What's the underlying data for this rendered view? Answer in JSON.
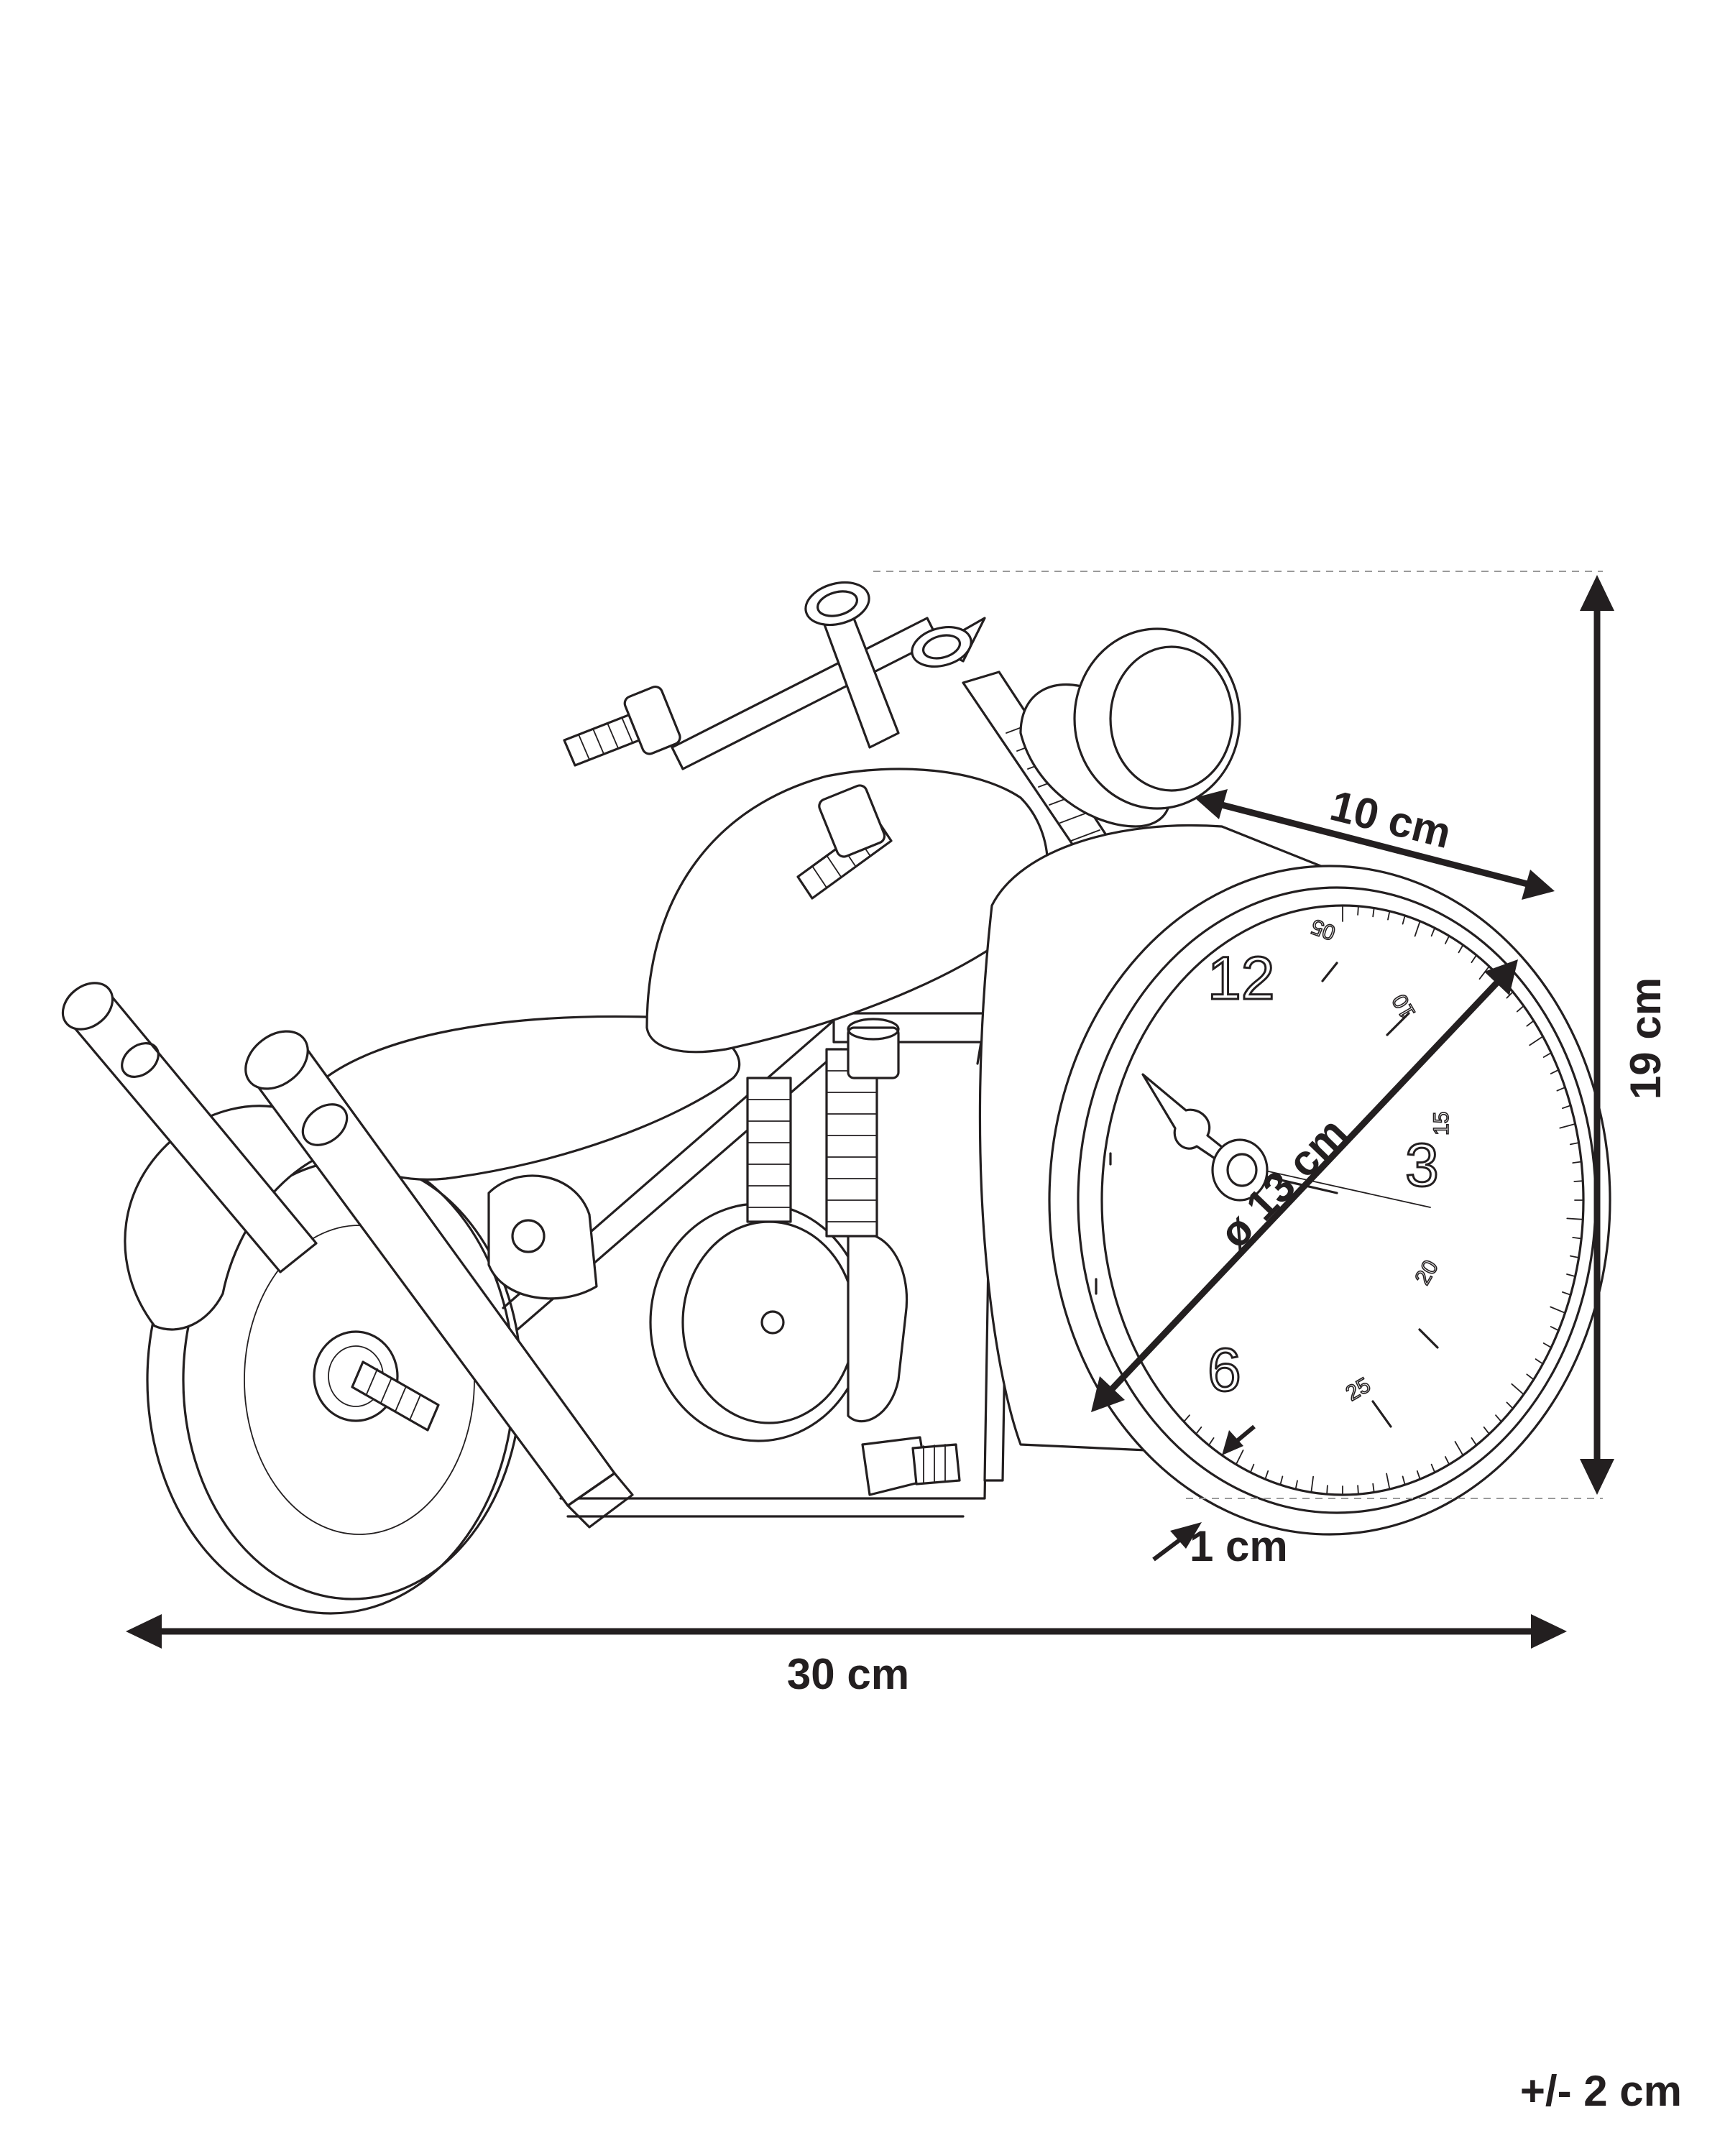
{
  "dimensions": {
    "width_label": "30 cm",
    "height_label": "19 cm",
    "clock_depth_label": "10 cm",
    "clock_diameter_label": "ø 13 cm",
    "bezel_label": "1 cm",
    "tolerance_label": "+/- 2 cm"
  },
  "clock_face": {
    "hour_numerals": [
      "12",
      "3",
      "6"
    ],
    "minute_numerals": [
      "05",
      "10",
      "15",
      "20",
      "25"
    ]
  }
}
